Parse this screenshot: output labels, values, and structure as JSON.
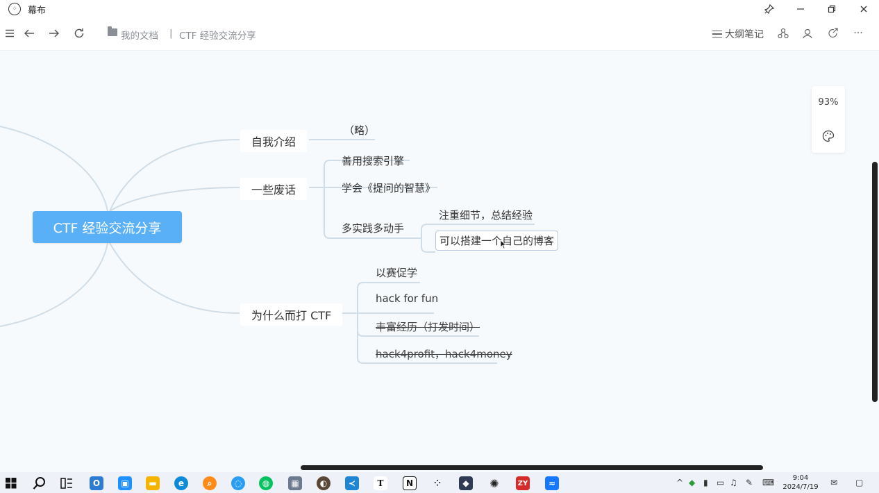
{
  "titlebar": {
    "app_title": "幕布",
    "pin": "⚲",
    "minimize": "—",
    "restore": "❐",
    "close": "✕"
  },
  "toolbar": {
    "breadcrumb_root": "我的文档",
    "breadcrumb_sep": "|",
    "breadcrumb_current": "CTF 经验交流分享",
    "outline_label": "大纲笔记",
    "more": "···"
  },
  "mindmap": {
    "root": "CTF 经验交流分享",
    "branches": [
      {
        "label": "自我介绍",
        "children": [
          "（略）"
        ]
      },
      {
        "label": "一些废话",
        "children": [
          "善用搜索引擎",
          "学会《提问的智慧》",
          "多实践多动手"
        ],
        "grandchildren": [
          "注重细节，总结经验",
          "可以搭建一个自己的博客"
        ]
      },
      {
        "label": "为什么而打 CTF",
        "children": [
          "以赛促学",
          "hack for fun",
          "丰富经历（打发时间）",
          "hack4profit，hack4money"
        ]
      }
    ]
  },
  "zoom": {
    "level": "93%"
  },
  "taskbar": {
    "time": "9:04",
    "date": "2024/7/19"
  },
  "colors": {
    "root_bg": "#5ab0f7",
    "link": "#d0dde6",
    "canvas_bg": "#f7fafc"
  }
}
